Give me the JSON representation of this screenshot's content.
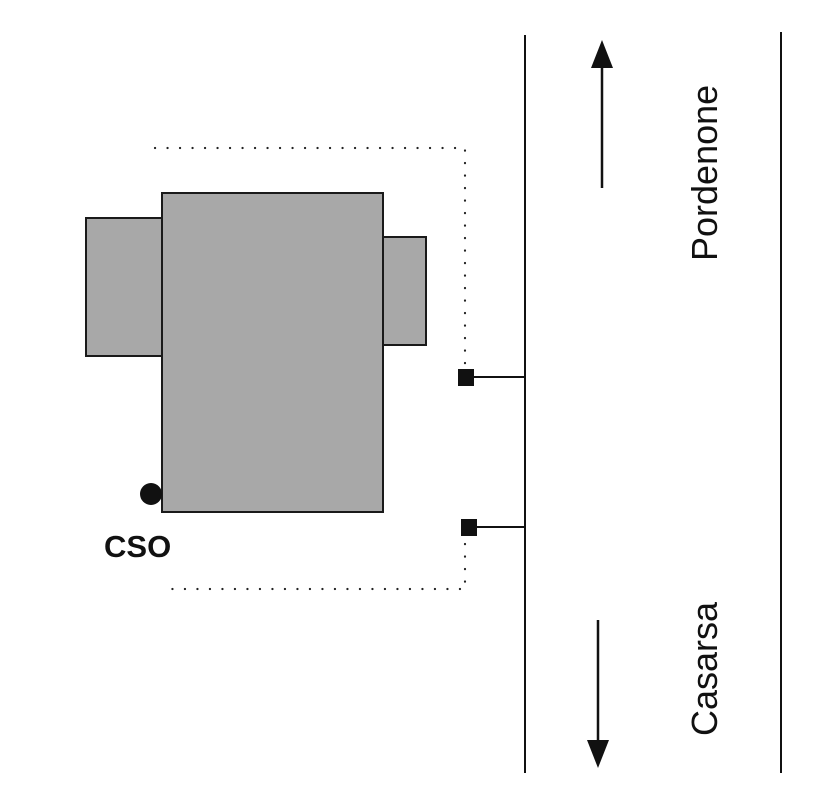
{
  "labels": {
    "cso": "CSO",
    "north_direction": "Pordenone",
    "south_direction": "Casarsa"
  },
  "colors": {
    "building_fill": "#a8a8a8",
    "stroke": "#1a1a1a"
  }
}
